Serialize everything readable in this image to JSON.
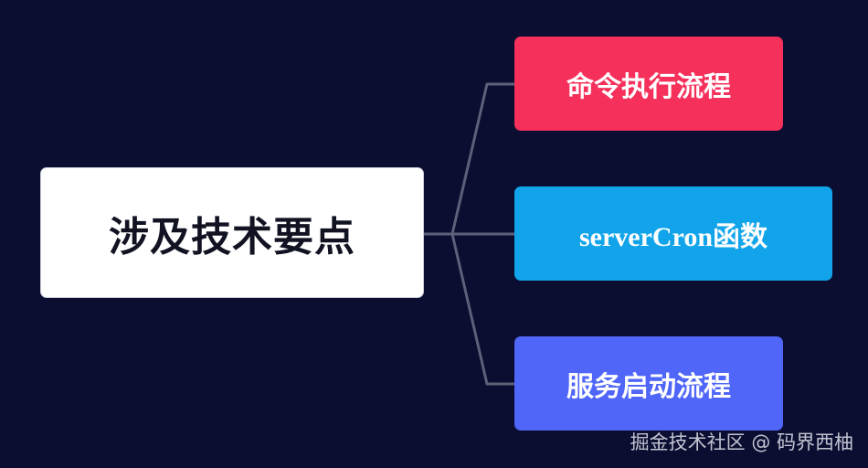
{
  "mindmap": {
    "root": {
      "label": "涉及技术要点"
    },
    "branches": [
      {
        "label": "命令执行流程",
        "color": "#f5305b"
      },
      {
        "label": "serverCron函数",
        "color": "#12a4ea"
      },
      {
        "label": "服务启动流程",
        "color": "#4f66f8"
      }
    ],
    "connector_color": "#5c6079"
  },
  "watermark": {
    "text": "掘金技术社区 @ 码界西柚"
  },
  "colors": {
    "background": "#0b0e30",
    "root_background": "#ffffff",
    "root_text": "#111322"
  }
}
